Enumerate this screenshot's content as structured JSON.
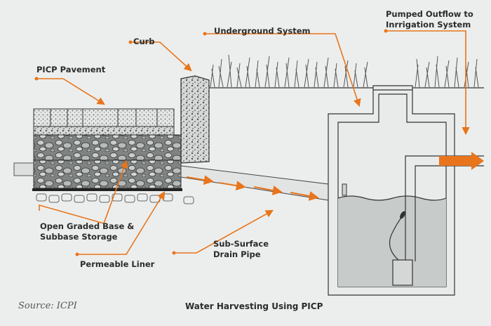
{
  "labels": {
    "picp_pavement": "PICP Pavement",
    "curb": "Curb",
    "underground_system": "Underground System",
    "pumped_outflow_line1": "Pumped Outflow to",
    "pumped_outflow_line2": "Inrrigation System",
    "open_graded_line1": "Open Graded Base &",
    "open_graded_line2": "Subbase Storage",
    "permeable_liner": "Permeable Liner",
    "drain_pipe_line1": "Sub-Surface",
    "drain_pipe_line2": "Drain Pipe"
  },
  "footer": {
    "source": "Source:  ICPI",
    "caption": "Water Harvesting Using PICP"
  },
  "colors": {
    "background": "#eceeed",
    "accent": "#e8751c",
    "line": "#3a3a3a",
    "water": "#c7ccca"
  }
}
